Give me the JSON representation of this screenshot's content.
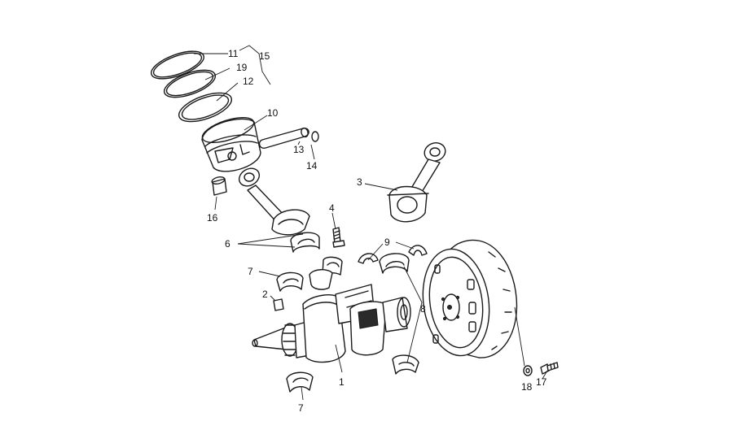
{
  "diagram": {
    "callouts": {
      "c1": "1",
      "c2": "2",
      "c3": "3",
      "c4": "4",
      "c6": "6",
      "c7a": "7",
      "c7b": "7",
      "c8": "8",
      "c9": "9",
      "c10": "10",
      "c11": "11",
      "c12": "12",
      "c13": "13",
      "c14": "14",
      "c15": "15",
      "c16": "16",
      "c17": "17",
      "c18": "18",
      "c19": "19"
    }
  }
}
